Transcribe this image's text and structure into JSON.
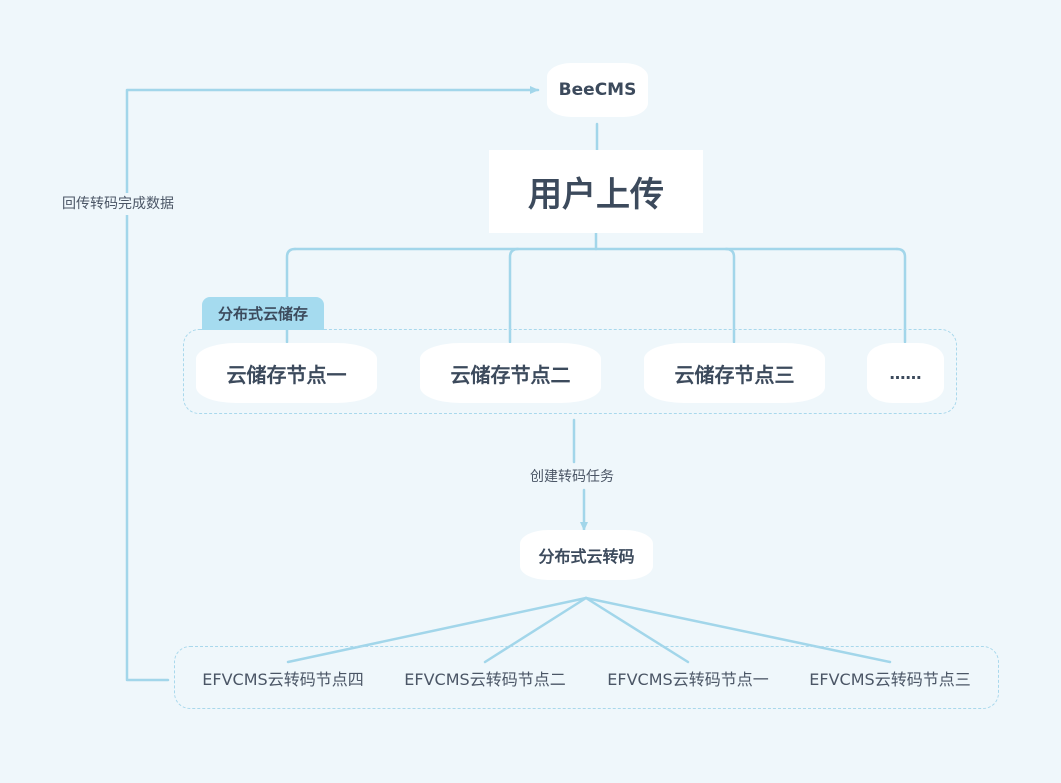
{
  "diagram": {
    "top_node": "BeeCMS",
    "root_node": "用户上传",
    "storage_group": {
      "label": "分布式云储存",
      "nodes": [
        "云储存节点一",
        "云储存节点二",
        "云储存节点三",
        "……"
      ]
    },
    "create_task_label": "创建转码任务",
    "transcode_node": "分布式云转码",
    "transcode_leaves": [
      "EFVCMS云转码节点四",
      "EFVCMS云转码节点二",
      "EFVCMS云转码节点一",
      "EFVCMS云转码节点三"
    ],
    "feedback_label": "回传转码完成数据"
  },
  "colors": {
    "background": "#eff7fb",
    "line": "#a2d6ea",
    "tag_fill": "#a5dbef",
    "text": "#3c4a5c"
  }
}
